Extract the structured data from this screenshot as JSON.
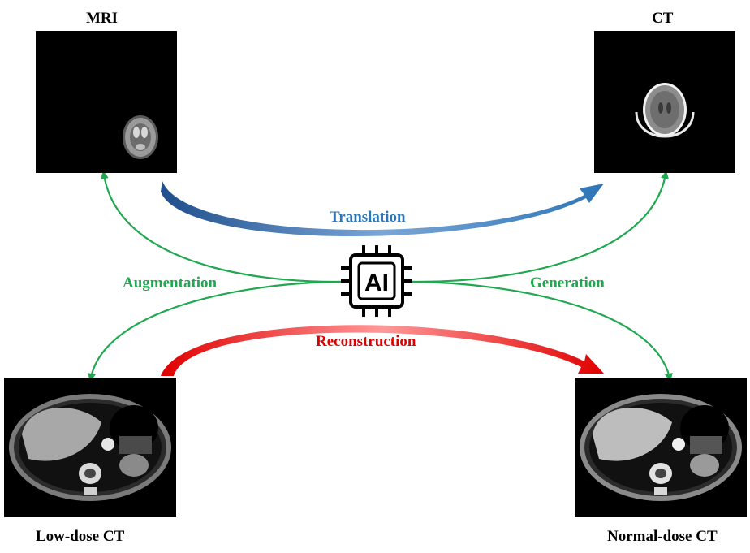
{
  "images": {
    "mri": {
      "title": "MRI"
    },
    "ct": {
      "title": "CT"
    },
    "low_dose_ct": {
      "title": "Low-dose CT"
    },
    "normal_dose_ct": {
      "title": "Normal-dose CT"
    }
  },
  "flows": {
    "translation": {
      "label": "Translation",
      "color": "#2e75b6"
    },
    "reconstruction": {
      "label": "Reconstruction",
      "color": "#e00000"
    },
    "augmentation": {
      "label": "Augmentation",
      "color": "#1fa84f"
    },
    "generation": {
      "label": "Generation",
      "color": "#1fa84f"
    }
  },
  "center": {
    "chip_text": "AI",
    "icon": "ai-chip-icon"
  }
}
